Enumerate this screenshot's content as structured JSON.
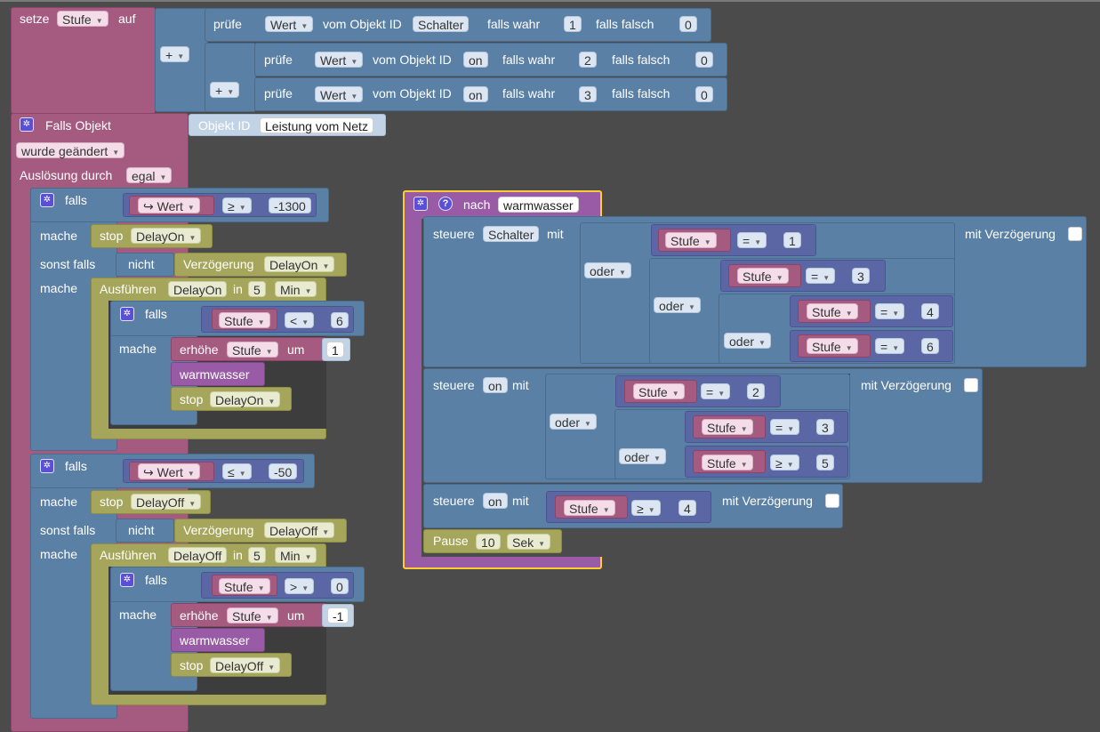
{
  "set_block": {
    "label_set": "setze",
    "var": "Stufe",
    "label_to": "auf",
    "plus": "+",
    "checks": [
      {
        "label": "prüfe",
        "dd": "Wert",
        "mid": "vom Objekt ID",
        "obj": "Schalter",
        "true_label": "falls wahr",
        "true_val": "1",
        "false_label": "falls falsch",
        "false_val": "0"
      },
      {
        "label": "prüfe",
        "dd": "Wert",
        "mid": "vom Objekt ID",
        "obj": "on",
        "true_label": "falls wahr",
        "true_val": "2",
        "false_label": "falls falsch",
        "false_val": "0"
      },
      {
        "label": "prüfe",
        "dd": "Wert",
        "mid": "vom Objekt ID",
        "obj": "on",
        "true_label": "falls wahr",
        "true_val": "3",
        "false_label": "falls falsch",
        "false_val": "0"
      }
    ]
  },
  "trigger": {
    "title": "Falls Objekt",
    "obj_label": "Objekt ID",
    "obj_name": "Leistung vom Netz",
    "changed": "wurde geändert",
    "by_label": "Auslösung durch",
    "by_val": "egal"
  },
  "if1": {
    "if": "falls",
    "arrow": "↪ Wert",
    "op": "≥",
    "val": "-1300",
    "do": "mache",
    "stop": "stop",
    "stop_var": "DelayOn",
    "elseif": "sonst falls",
    "not": "nicht",
    "delay": "Verzögerung",
    "delay_var": "DelayOn",
    "do2": "mache",
    "exec": "Ausführen",
    "exec_var": "DelayOn",
    "in": "in",
    "num": "5",
    "unit": "Min",
    "inner_if": "falls",
    "inner_var": "Stufe",
    "inner_op": "<",
    "inner_val": "6",
    "inner_do": "mache",
    "inc": "erhöhe",
    "inc_var": "Stufe",
    "by": "um",
    "inc_val": "1",
    "proc": "warmwasser",
    "stop2": "stop",
    "stop2_var": "DelayOn"
  },
  "if2": {
    "if": "falls",
    "arrow": "↪ Wert",
    "op": "≤",
    "val": "-50",
    "do": "mache",
    "stop": "stop",
    "stop_var": "DelayOff",
    "elseif": "sonst falls",
    "not": "nicht",
    "delay": "Verzögerung",
    "delay_var": "DelayOff",
    "do2": "mache",
    "exec": "Ausführen",
    "exec_var": "DelayOff",
    "in": "in",
    "num": "5",
    "unit": "Min",
    "inner_if": "falls",
    "inner_var": "Stufe",
    "inner_op": ">",
    "inner_val": "0",
    "inner_do": "mache",
    "inc": "erhöhe",
    "inc_var": "Stufe",
    "by": "um",
    "inc_val": "-1",
    "proc": "warmwasser",
    "stop2": "stop",
    "stop2_var": "DelayOff"
  },
  "func": {
    "help": "?",
    "label": "nach",
    "name": "warmwasser",
    "ctrl1": {
      "label": "steuere",
      "obj": "Schalter",
      "with": "mit",
      "or": "oder",
      "delay": "mit Verzögerung",
      "c1": {
        "var": "Stufe",
        "op": "=",
        "val": "1"
      },
      "c2": {
        "var": "Stufe",
        "op": "=",
        "val": "3"
      },
      "c3": {
        "var": "Stufe",
        "op": "=",
        "val": "4"
      },
      "c4": {
        "var": "Stufe",
        "op": "=",
        "val": "6"
      }
    },
    "ctrl2": {
      "label": "steuere",
      "obj": "on",
      "with": "mit",
      "or": "oder",
      "delay": "mit Verzögerung",
      "c1": {
        "var": "Stufe",
        "op": "=",
        "val": "2"
      },
      "c2": {
        "var": "Stufe",
        "op": "=",
        "val": "3"
      },
      "c3": {
        "var": "Stufe",
        "op": "≥",
        "val": "5"
      }
    },
    "ctrl3": {
      "label": "steuere",
      "obj": "on",
      "with": "mit",
      "delay": "mit Verzögerung",
      "c1": {
        "var": "Stufe",
        "op": "≥",
        "val": "4"
      }
    },
    "pause": "Pause",
    "pause_val": "10",
    "pause_unit": "Sek"
  },
  "colors": {
    "variables": "#a55b80",
    "logic": "#5b80a5",
    "math": "#5b67a5",
    "timers": "#a5a55b",
    "functions": "#995ba5",
    "selected": "#ffcc33",
    "workspace": "#4b4b4b"
  },
  "icons": [
    "gear-icon",
    "help-icon",
    "dropdown-arrow-icon",
    "return-arrow-icon",
    "checkbox"
  ]
}
